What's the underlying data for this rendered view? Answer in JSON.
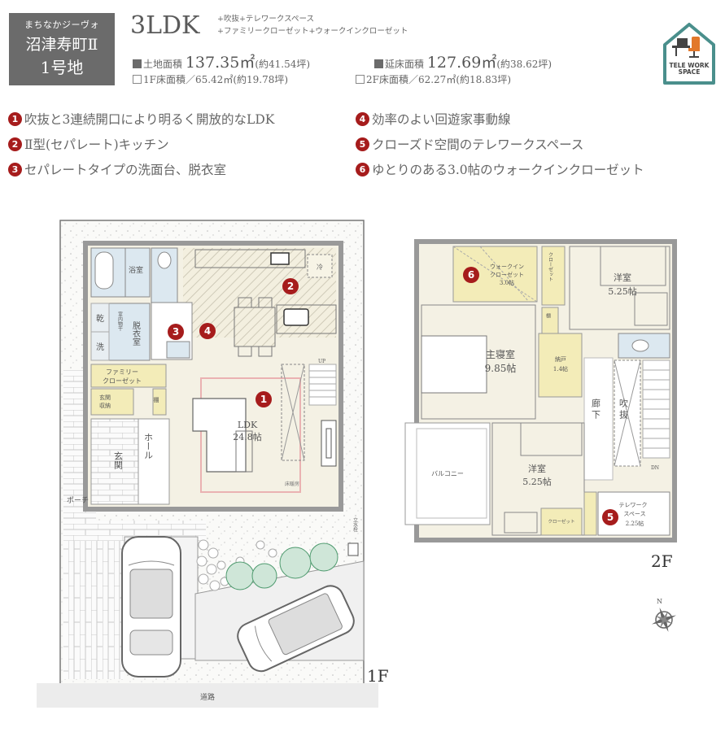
{
  "header": {
    "series_name": "まちなかジーヴォ",
    "site_name": "沼津寿町Ⅱ",
    "lot": "1号地",
    "plan_type": "3LDK",
    "plan_extras_line1": "+吹抜+テレワークスペース",
    "plan_extras_line2": "+ファミリークローゼット+ウォークインクローゼット",
    "land_area_label": "土地面積",
    "land_area_value": "137.35㎡",
    "land_area_tsubo": "(約41.54坪)",
    "total_floor_label": "延床面積",
    "total_floor_value": "127.69㎡",
    "total_floor_tsubo": "(約38.62坪)",
    "f1_area": "1F床面積／65.42㎡(約19.78坪)",
    "f2_area": "2F床面積／62.27㎡(約18.83坪)",
    "badge_line1": "TELE WORK",
    "badge_line2": "SPACE",
    "badge_color": "#4a8f8c",
    "badge_icon": "desk-chair-icon"
  },
  "features": [
    {
      "num": "1",
      "text": "吹抜と3連続開口により明るく開放的なLDK"
    },
    {
      "num": "2",
      "text": "Ⅱ型(セパレート)キッチン"
    },
    {
      "num": "3",
      "text": "セパレートタイプの洗面台、脱衣室"
    },
    {
      "num": "4",
      "text": "効率のよい回遊家事動線"
    },
    {
      "num": "5",
      "text": "クローズド空間のテレワークスペース"
    },
    {
      "num": "6",
      "text": "ゆとりのある3.0帖のウォークインクローゼット"
    }
  ],
  "accent_color": "#a61c1c",
  "floor1": {
    "label": "1F",
    "rooms": {
      "bath": "浴室",
      "dry": "乾",
      "wash": "洗",
      "indoor_dry": "室内物干",
      "dressing": "脱衣室",
      "family_closet_1": "ファミリー",
      "family_closet_2": "クローゼット",
      "entrance_storage_1": "玄関",
      "entrance_storage_2": "収納",
      "shelf": "棚",
      "entrance": "玄関",
      "hall": "ホール",
      "porch": "ポーチ",
      "ldk": "LDK",
      "ldk_size": "24.8帖",
      "floor_heating": "床暖房",
      "stairs_up": "UP",
      "storage": "冷",
      "faucet": "立水栓",
      "road": "道路"
    },
    "markers": [
      "1",
      "2",
      "3",
      "4"
    ]
  },
  "floor2": {
    "label": "2F",
    "rooms": {
      "wic_1": "ウォークイン",
      "wic_2": "クローゼット",
      "wic_size": "3.0帖",
      "closet_v": "クローゼット",
      "shelf": "棚",
      "western_room_1": "洋室",
      "western_room_1_size": "5.25帖",
      "master": "主寝室",
      "master_size": "9.85帖",
      "storage": "納戸",
      "storage_size": "1.4帖",
      "corridor_1": "廊",
      "corridor_2": "下",
      "void_1": "吹",
      "void_2": "抜",
      "balcony": "バルコニー",
      "western_room_2": "洋室",
      "western_room_2_size": "5.25帖",
      "closet": "クローゼット",
      "telework_1": "テレワーク",
      "telework_2": "スペース",
      "telework_size": "2.25帖",
      "stairs_down": "DN"
    },
    "markers": [
      "5",
      "6"
    ]
  },
  "compass": {
    "north_label": "N"
  }
}
